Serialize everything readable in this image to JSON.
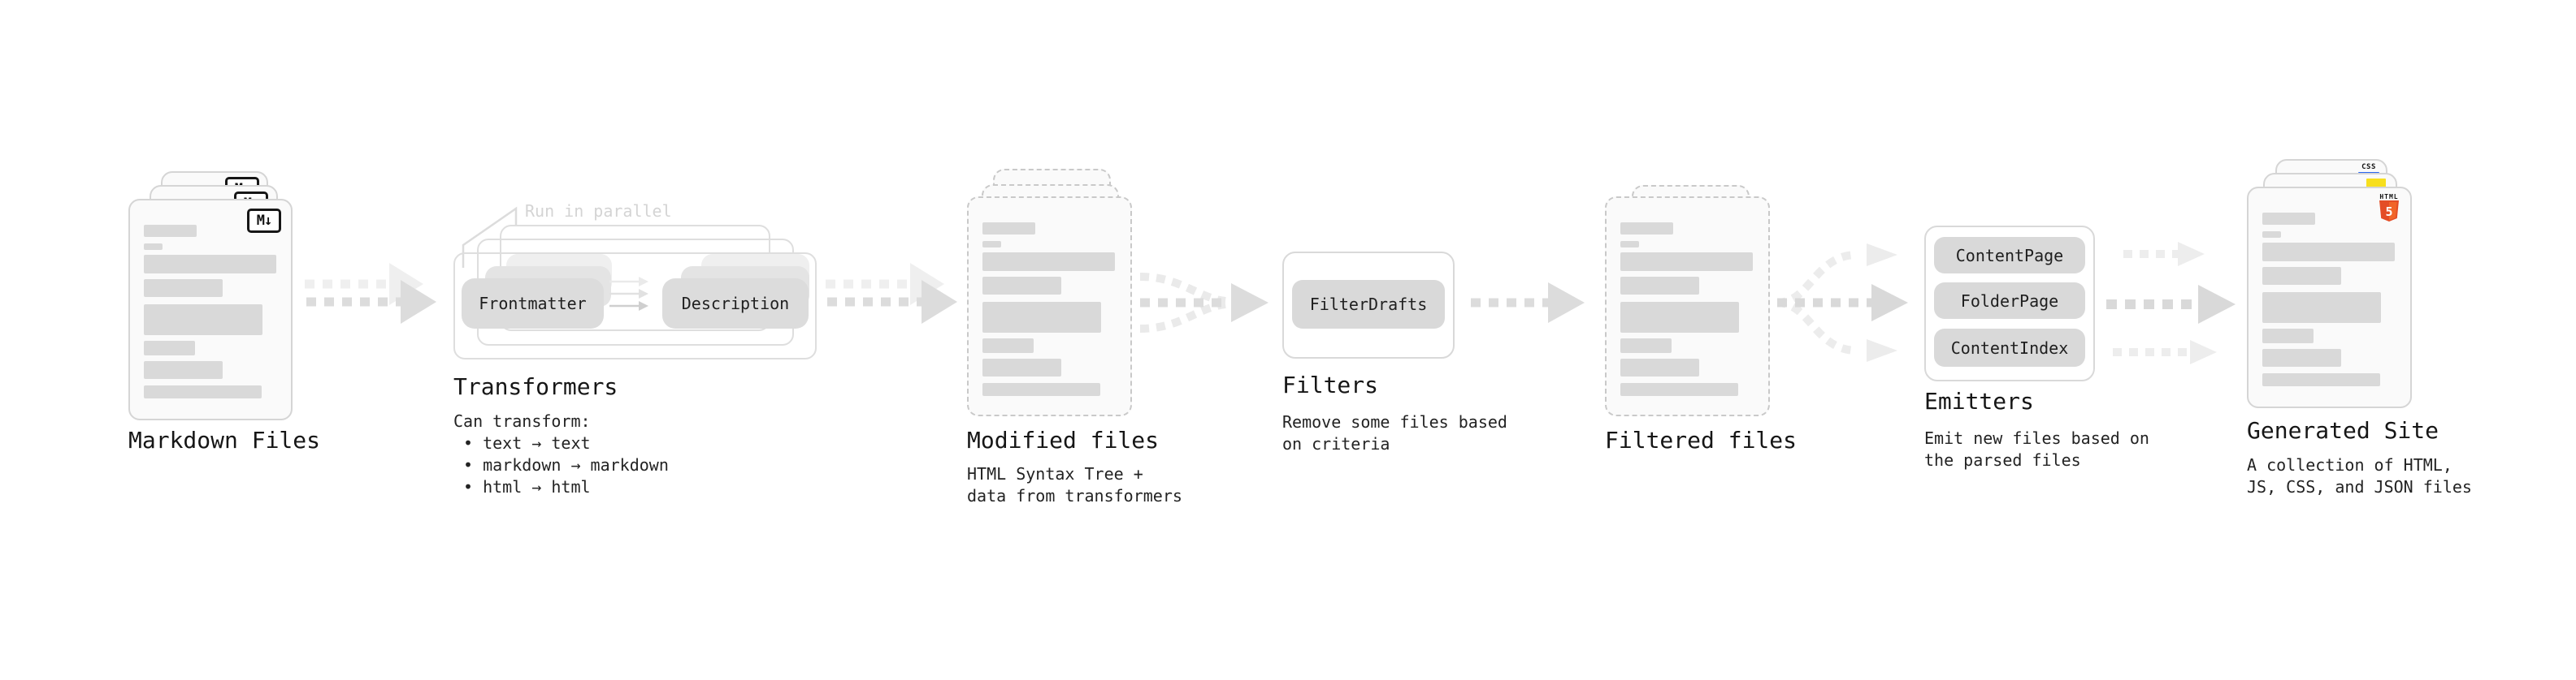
{
  "colors": {
    "background": "#ffffff",
    "card_bg": "#fafafa",
    "card_border": "#d5d5d5",
    "dashed_border": "#c9c9c9",
    "placeholder_bar": "#d9d9d9",
    "pill_bg": "#dcdcdc",
    "arrow_dark": "#dcdcdc",
    "arrow_light": "#eeeeee",
    "annotation_text": "#d4d4d4",
    "title_text": "#161616",
    "markdown_badge_border": "#161616",
    "html5_orange": "#e44d26",
    "html5_orange_light": "#f16529",
    "js_yellow": "#f7df1e",
    "css_blue": "#2965f1"
  },
  "stages": {
    "markdown_files": {
      "label": "Markdown Files",
      "badge": "M↓"
    },
    "transformers": {
      "label": "Transformers",
      "annotation": "Run in parallel",
      "node_frontmatter": "Frontmatter",
      "node_description": "Description",
      "desc_heading": "Can transform:",
      "bullet_1": "• text → text",
      "bullet_2": "• markdown → markdown",
      "bullet_3": "• html → html"
    },
    "modified_files": {
      "label": "Modified files",
      "desc_line_1": "HTML Syntax Tree +",
      "desc_line_2": "data from transformers"
    },
    "filters": {
      "label": "Filters",
      "node_filterdrafts": "FilterDrafts",
      "desc_line_1": "Remove some files based",
      "desc_line_2": "on criteria"
    },
    "filtered_files": {
      "label": "Filtered files"
    },
    "emitters": {
      "label": "Emitters",
      "node_contentpage": "ContentPage",
      "node_folderpage": "FolderPage",
      "node_contentindex": "ContentIndex",
      "desc_line_1": "Emit new files based on",
      "desc_line_2": "the parsed files"
    },
    "generated_site": {
      "label": "Generated Site",
      "desc_line_1": "A collection of HTML,",
      "desc_line_2": "JS, CSS, and JSON files",
      "badge_css_label": "CSS",
      "badge_html_label": "HTML",
      "badge_html_number": "5"
    }
  }
}
